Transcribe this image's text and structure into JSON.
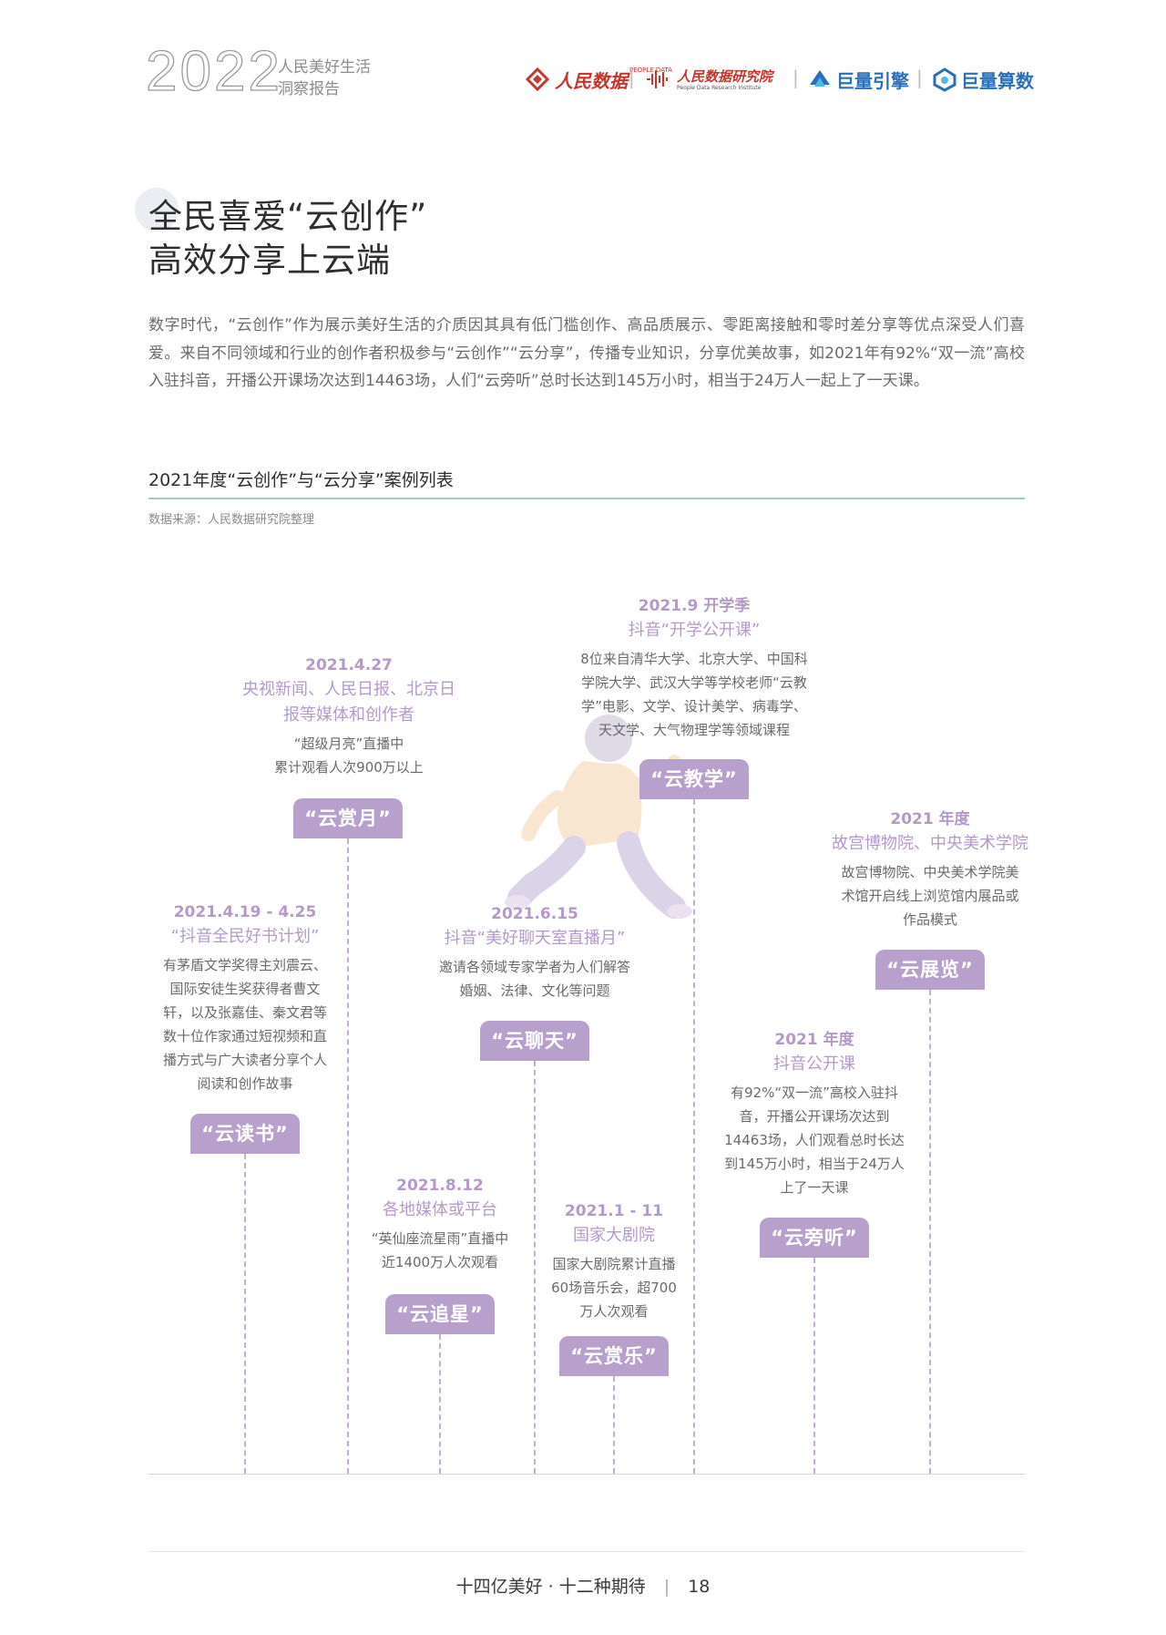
{
  "header": {
    "year": "2022",
    "report_title_lines": [
      "人民美好生活",
      "洞察报告"
    ],
    "logos": [
      {
        "name": "人民数据",
        "tag": "PEOPLE DATA",
        "color": "#c7352b"
      },
      {
        "name": "人民数据研究院",
        "tag": "People Data Research Institute",
        "color": "#c7352b"
      },
      {
        "name": "巨量引擎",
        "color": "#2a6fb7"
      },
      {
        "name": "巨量算数",
        "color": "#2a6fb7"
      }
    ]
  },
  "section": {
    "title_lines": [
      "全民喜爱“云创作”",
      "高效分享上云端"
    ],
    "intro": "数字时代，“云创作”作为展示美好生活的介质因其具有低门槛创作、高品质展示、零距离接触和零时差分享等优点深受人们喜爱。来自不同领域和行业的创作者积极参与“云创作”“云分享”，传播专业知识，分享优美故事，如2021年有92%“双一流”高校入驻抖音，开播公开课场次达到14463场，人们“云旁听”总时长达到145万小时，相当于24万人一起上了一天课。",
    "table_title": "2021年度“云创作”与“云分享”案例列表",
    "source": "数据来源：人民数据研究院整理"
  },
  "timeline": [
    {
      "id": "reading",
      "date": "2021.4.19 - 4.25",
      "subject": "“抖音全民好书计划”",
      "desc_lines": [
        "有茅盾文学奖得主刘震云、",
        "国际安徒生奖获得者曹文",
        "轩，以及张嘉佳、秦文君等",
        "数十位作家通过短视频和直",
        "播方式与广大读者分享个人",
        "阅读和创作故事"
      ],
      "label": "“云读书”"
    },
    {
      "id": "moon",
      "date": "2021.4.27",
      "subject": "央视新闻、人民日报、北京日报等媒体和创作者",
      "desc_lines": [
        "“超级月亮”直播中",
        "累计观看人次900万以上"
      ],
      "label": "“云赏月”"
    },
    {
      "id": "stars",
      "date": "2021.8.12",
      "subject": "各地媒体或平台",
      "desc_lines": [
        "“英仙座流星雨”直播中",
        "近1400万人次观看"
      ],
      "label": "“云追星”"
    },
    {
      "id": "chat",
      "date": "2021.6.15",
      "subject": "抖音“美好聊天室直播月”",
      "desc_lines": [
        "邀请各领域专家学者为人们解答",
        "婚姻、法律、文化等问题"
      ],
      "label": "“云聊天”"
    },
    {
      "id": "music",
      "date": "2021.1 - 11",
      "subject": "国家大剧院",
      "desc_lines": [
        "国家大剧院累计直播",
        "60场音乐会，超700",
        "万人次观看"
      ],
      "label": "“云赏乐”"
    },
    {
      "id": "teach",
      "date": "2021.9 开学季",
      "subject": "抖音“开学公开课”",
      "desc_lines": [
        "8位来自清华大学、北京大学、中国科",
        "学院大学、武汉大学等学校老师“云教",
        "学”电影、文学、设计美学、病毒学、",
        "天文学、大气物理学等领域课程"
      ],
      "label": "“云教学”"
    },
    {
      "id": "audit",
      "date": "2021 年度",
      "subject": "抖音公开课",
      "desc_lines": [
        "有92%“双一流”高校入驻抖",
        "音，开播公开课场次达到",
        "14463场，人们观看总时长达",
        "到145万小时，相当于24万人",
        "上了一天课"
      ],
      "label": "“云旁听”"
    },
    {
      "id": "exhibit",
      "date": "2021 年度",
      "subject": "故宫博物院、中央美术学院",
      "desc_lines": [
        "故宫博物院、中央美术学院美",
        "术馆开启线上浏览馆内展品或",
        "作品模式"
      ],
      "label": "“云展览”"
    }
  ],
  "footer": {
    "slogan": "十四亿美好 · 十二种期待",
    "page": "18"
  },
  "colors": {
    "accent": "#b8a0cc",
    "accent_text": "#b59ac8",
    "rule_green": "#9fcfb4"
  }
}
